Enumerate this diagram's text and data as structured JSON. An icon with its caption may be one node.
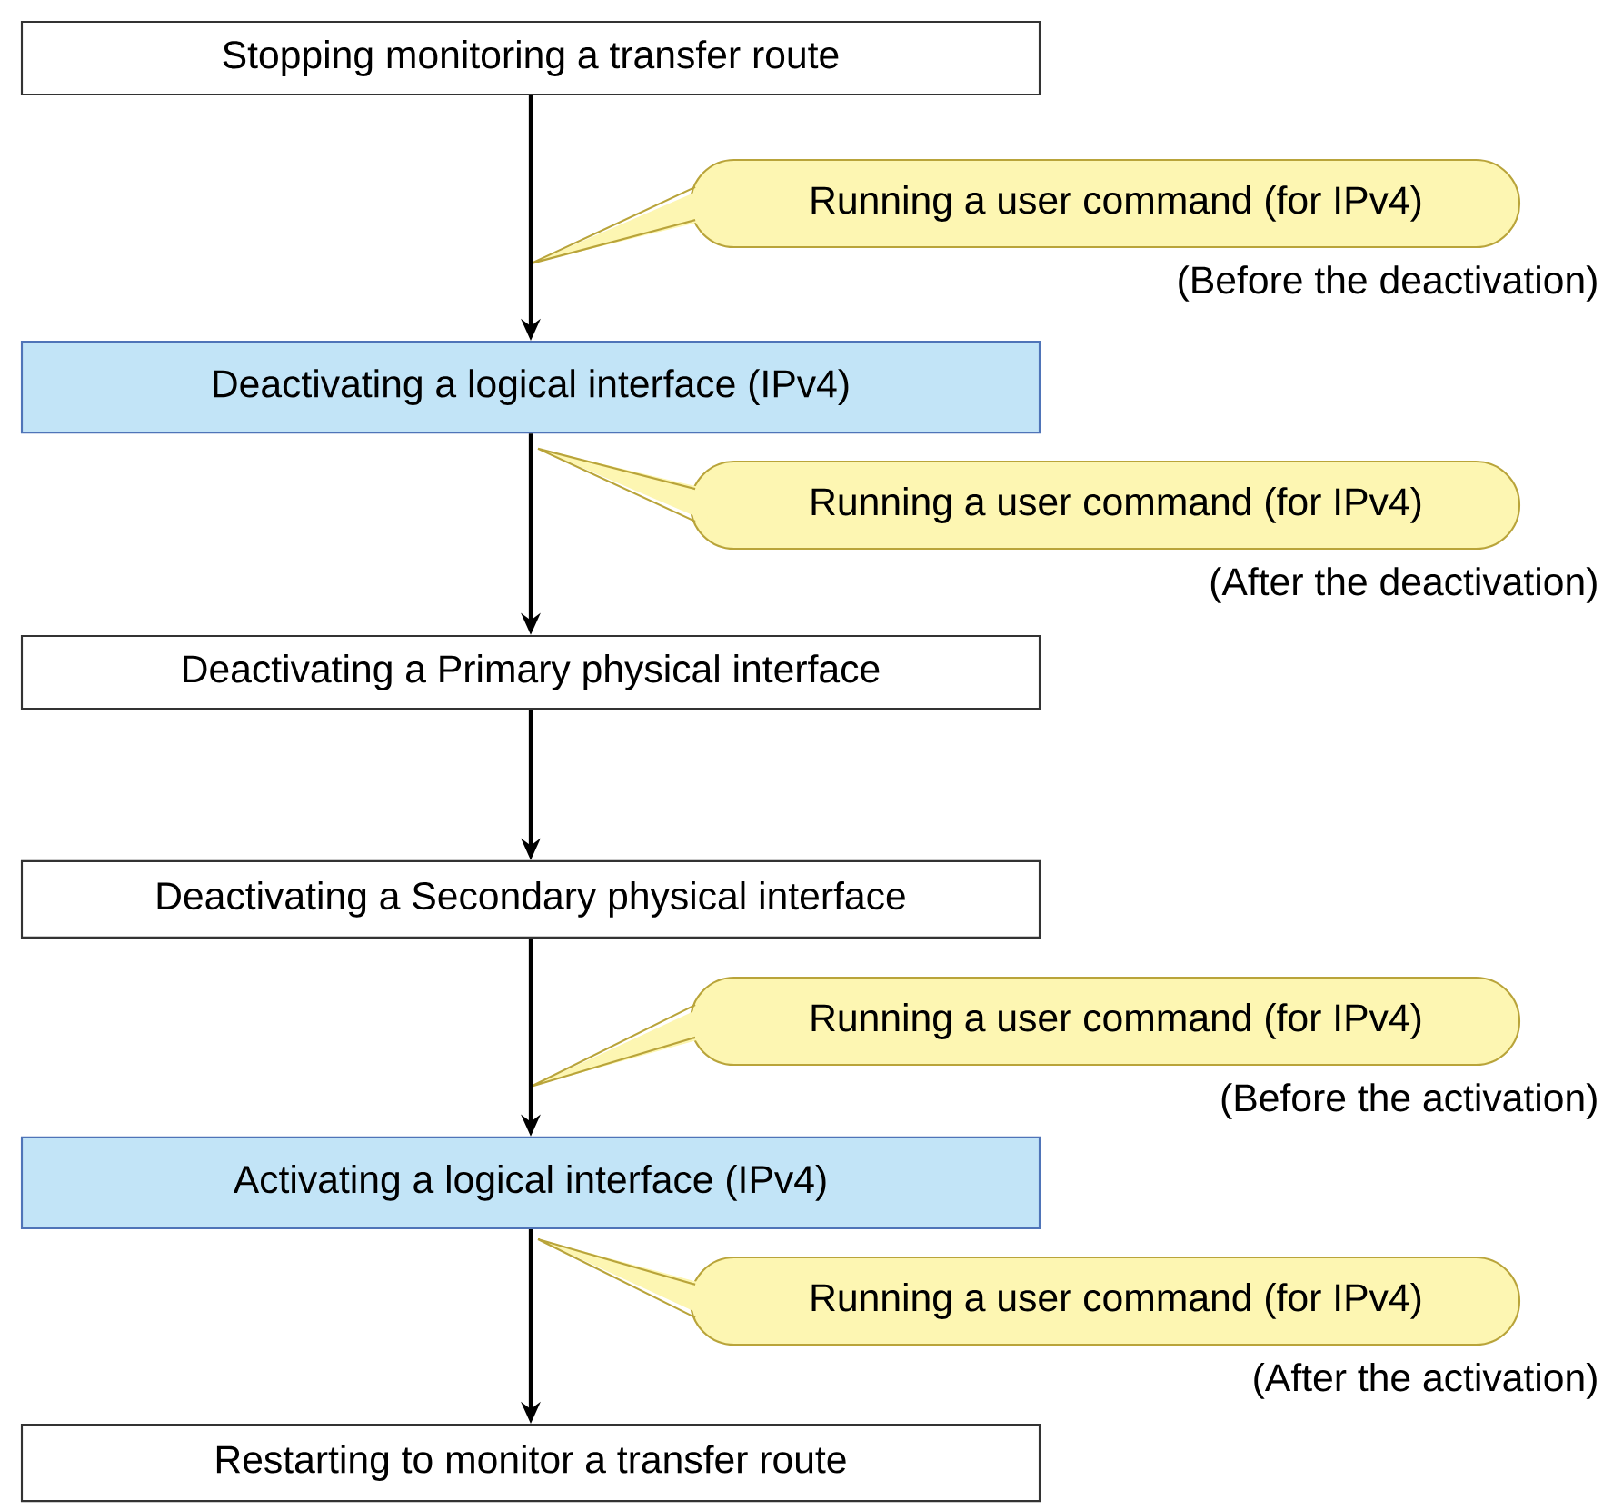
{
  "diagram": {
    "nodes": [
      {
        "text": [
          "Stopping monitoring a transfer route"
        ]
      },
      {
        "text": [
          "Running a user command (for IPv4)"
        ],
        "beside": [
          "(Before the deactivation)"
        ]
      },
      {
        "text": [
          "Deactivating a logical interface (IPv4)"
        ]
      },
      {
        "text": [
          "Running a user command (for IPv4)"
        ],
        "beside": [
          "(After the deactivation)"
        ]
      },
      {
        "text": [
          "Deactivating a Primary physical interface"
        ]
      },
      {
        "text": [
          "Deactivating a Secondary physical interface"
        ]
      },
      {
        "text": [
          "Running a user command (for IPv4)"
        ],
        "beside": [
          "(Before the activation)"
        ]
      },
      {
        "text": [
          "Activating a logical interface (IPv4)"
        ]
      },
      {
        "text": [
          "Running a user command (for IPv4)"
        ],
        "beside": [
          "(After the activation)"
        ]
      },
      {
        "text": [
          "Restarting to monitor a transfer route"
        ]
      }
    ],
    "edges": [
      {
        "from": 0,
        "to": 2,
        "arrow": "to"
      },
      {
        "from": 2,
        "to": 4,
        "arrow": "to"
      },
      {
        "from": 4,
        "to": 5,
        "arrow": "to"
      },
      {
        "from": 5,
        "to": 7,
        "arrow": "to"
      },
      {
        "from": 7,
        "to": 9,
        "arrow": "to"
      }
    ]
  }
}
